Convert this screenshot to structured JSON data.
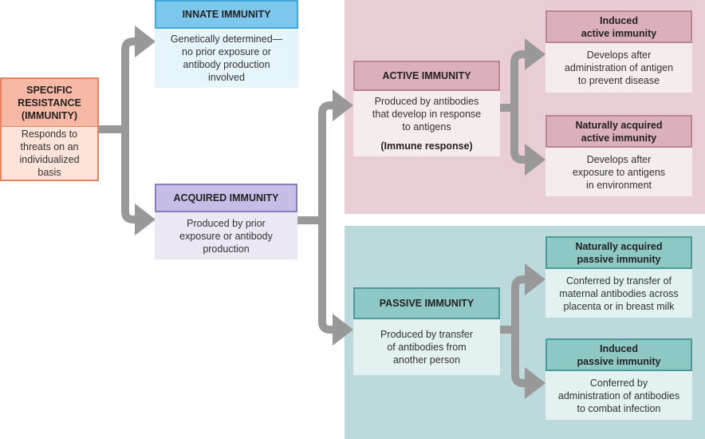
{
  "colors": {
    "arrow": "#999999",
    "specific_header_bg": "#f7b9a6",
    "specific_body_bg": "#fde3da",
    "specific_border": "#e8835c",
    "innate_header_bg": "#7dc7ec",
    "innate_body_bg": "#e6f5fc",
    "innate_border": "#3ea8da",
    "acquired_header_bg": "#c8bde6",
    "acquired_body_bg": "#ece8f3",
    "acquired_border": "#8e7cc3",
    "active_panel_bg": "#e9cfd5",
    "active_header_bg": "#dcb0ba",
    "active_body_bg": "#f5ecee",
    "active_border": "#b98691",
    "passive_panel_bg": "#bcdadb",
    "passive_header_bg": "#8dc8c4",
    "passive_body_bg": "#e3f1f1",
    "passive_border": "#4c9b99"
  },
  "specific": {
    "title": "SPECIFIC\nRESISTANCE\n(IMMUNITY)",
    "body": "Responds to\nthreats on an\nindividualized\nbasis"
  },
  "innate": {
    "title": "INNATE IMMUNITY",
    "body": "Genetically determined—\nno prior exposure or\nantibody production\ninvolved"
  },
  "acquired": {
    "title": "ACQUIRED IMMUNITY",
    "body": "Produced by prior\nexposure or antibody\nproduction"
  },
  "active": {
    "title": "ACTIVE IMMUNITY",
    "body": "Produced by antibodies\nthat develop in response\nto antigens",
    "note": "(Immune response)"
  },
  "induced_active": {
    "title": "Induced\nactive immunity",
    "body": "Develops after\nadministration of antigen\nto prevent disease"
  },
  "natural_active": {
    "title": "Naturally acquired\nactive immunity",
    "body": "Develops after\nexposure to antigens\nin environment"
  },
  "passive": {
    "title": "PASSIVE IMMUNITY",
    "body": "Produced by transfer\nof antibodies from\nanother person"
  },
  "natural_passive": {
    "title": "Naturally acquired\npassive immunity",
    "body": "Conferred by transfer of\nmaternal antibodies across\nplacenta or in breast milk"
  },
  "induced_passive": {
    "title": "Induced\npassive immunity",
    "body": "Conferred by\nadministration of antibodies\nto combat infection"
  }
}
